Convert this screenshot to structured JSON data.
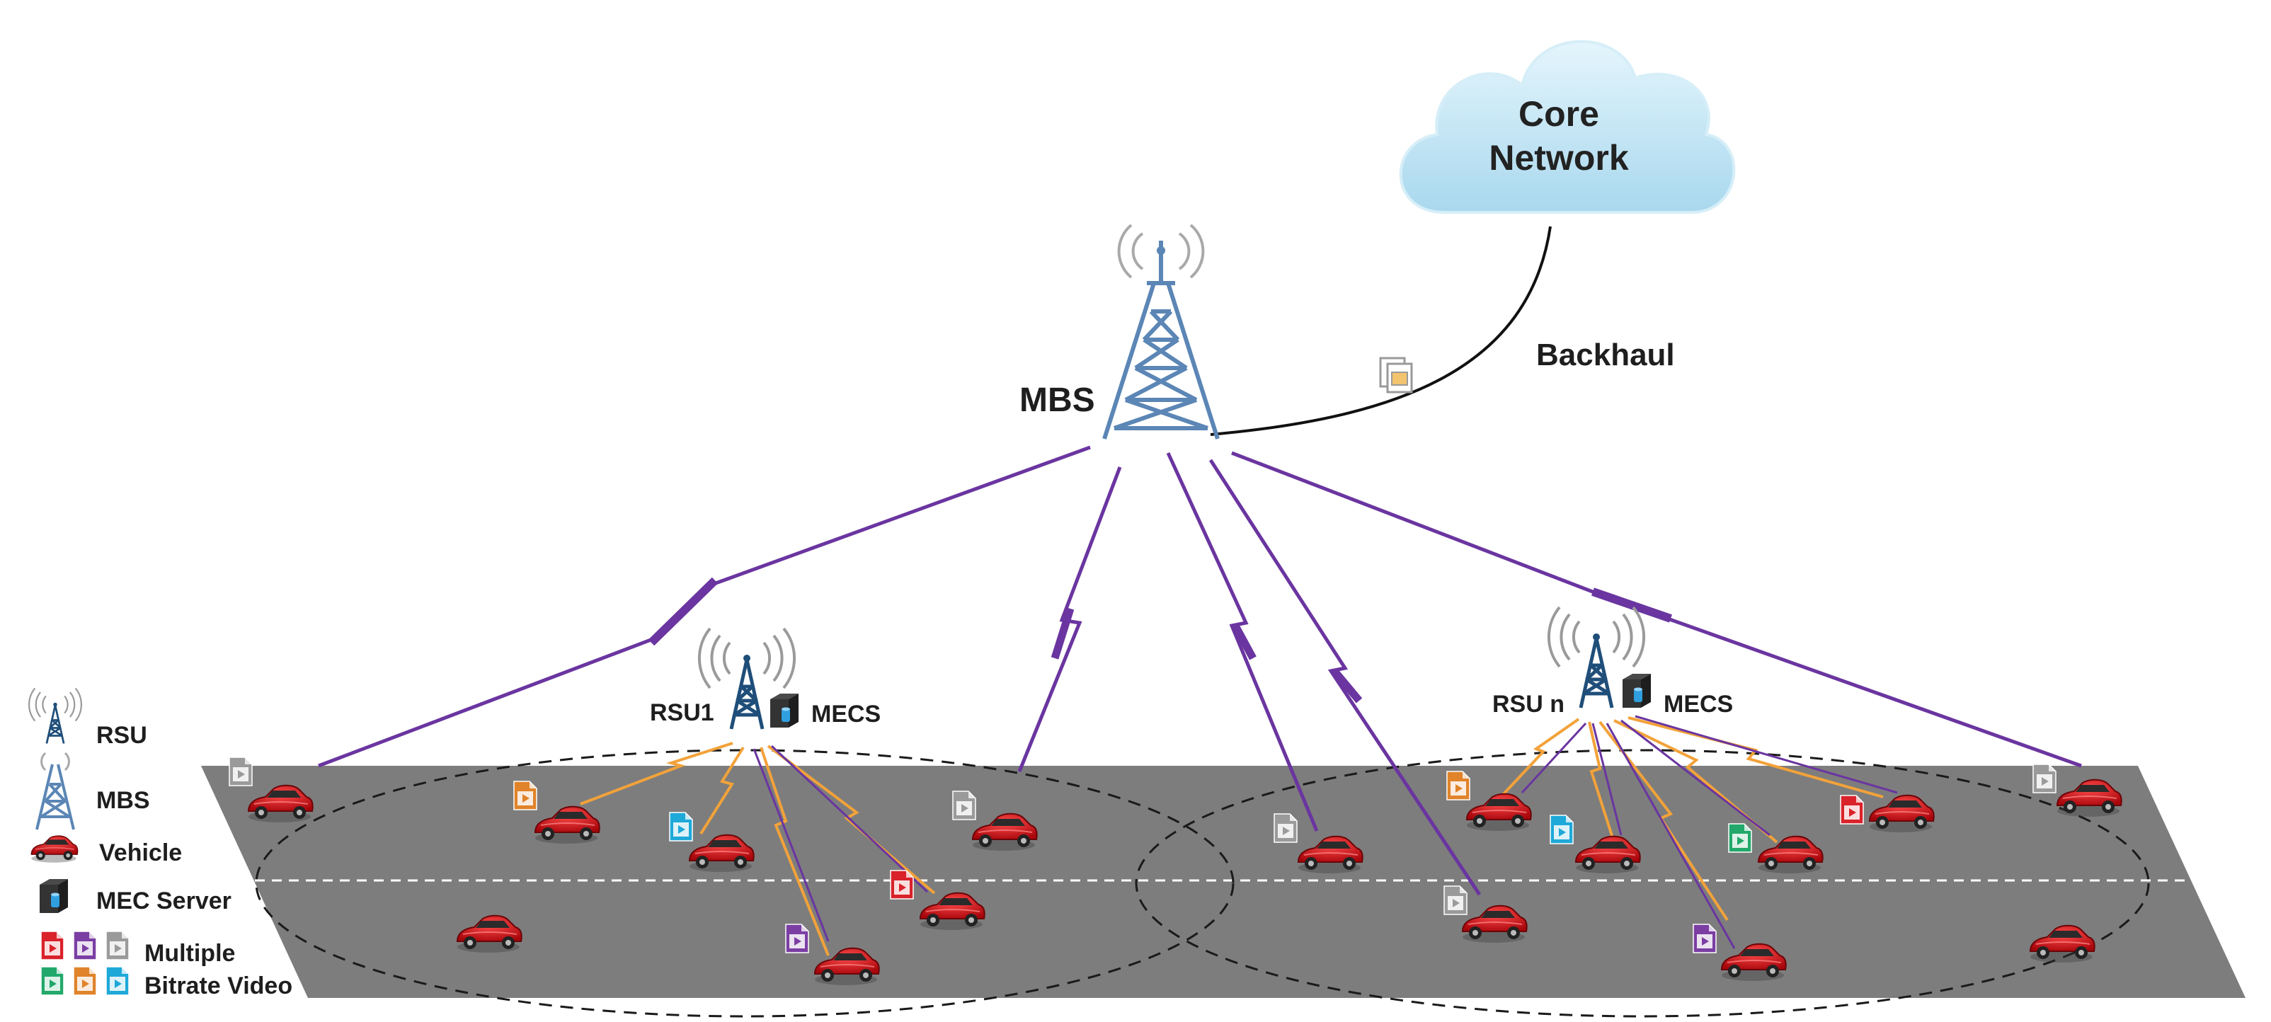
{
  "labels": {
    "core_network_line1": "Core",
    "core_network_line2": "Network",
    "backhaul": "Backhaul",
    "mbs": "MBS",
    "rsu1": "RSU1",
    "rsu_n": "RSU n",
    "mecs_1": "MECS",
    "mecs_n": "MECS"
  },
  "legend": {
    "rsu": "RSU",
    "mbs": "MBS",
    "vehicle": "Vehicle",
    "mec_server": "MEC Server",
    "video_line1": "Multiple",
    "video_line2": "Bitrate Video"
  },
  "colors": {
    "mbs_link": "#6a35a0",
    "rsu_link": "#f2a23a",
    "road": "#7d7d7d",
    "vehicle": "#c8141a",
    "cloud": "#bfe3f3",
    "tower": "#5b86b5",
    "video_red": "#d9222a",
    "video_purple": "#7b3ea3",
    "video_grey": "#9a9a9a",
    "video_green": "#22a86b",
    "video_orange": "#e0832a",
    "video_cyan": "#1ea9d8"
  },
  "icons": [
    "rsu-tower-icon",
    "mbs-tower-icon",
    "vehicle-icon",
    "mec-server-icon",
    "video-file-icon",
    "cloud-icon"
  ]
}
